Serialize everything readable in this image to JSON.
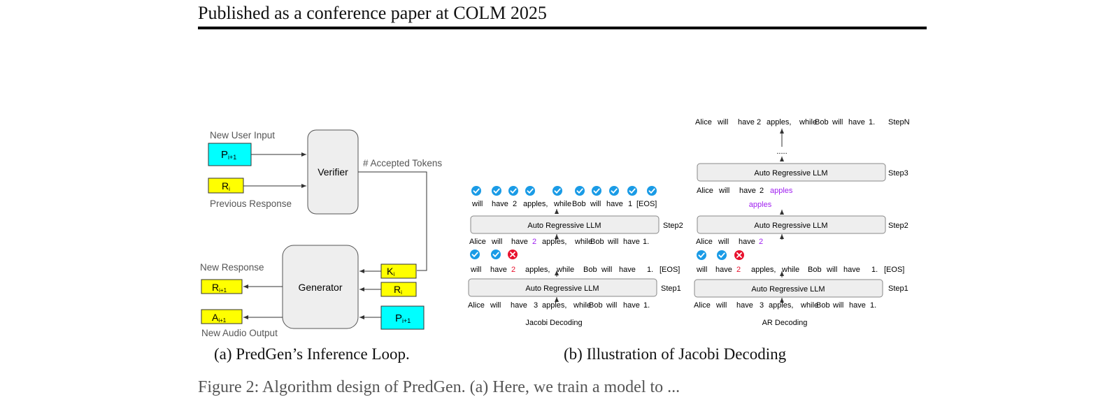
{
  "header": "Published as a conference paper at COLM 2025",
  "left": {
    "new_user_input": "New User Input",
    "previous_response": "Previous Response",
    "verifier": "Verifier",
    "accepted_tokens": "# Accepted Tokens",
    "generator": "Generator",
    "new_response": "New Response",
    "new_audio_output": "New Audio Output",
    "boxes": {
      "p": "P",
      "p_sub": "i+1",
      "r": "R",
      "r_sub": "i",
      "k": "K",
      "k_sub": "i",
      "r_out": "R",
      "r_out_sub": "i+1",
      "a_out": "A",
      "a_out_sub": "i+1"
    },
    "colors": {
      "cyan": "#00ffff",
      "yellow": "#ffff00"
    }
  },
  "jacobi": {
    "title": "Jacobi Decoding",
    "llm_label": "Auto Regressive LLM",
    "step1": "Step1",
    "step2": "Step2",
    "input_tokens": [
      "Alice",
      "will",
      "have",
      "3",
      "apples,",
      "while",
      "Bob",
      "will",
      "have",
      "1."
    ],
    "step1_out": [
      "will",
      "have",
      "2",
      "apples,",
      "while",
      "Bob",
      "will",
      "have",
      "1.",
      "[EOS]"
    ],
    "step2_in": [
      "Alice",
      "will",
      "have",
      "2",
      "apples,",
      "while",
      "Bob",
      "will",
      "have",
      "1."
    ],
    "step2_out": [
      "will",
      "have",
      "2",
      "apples,",
      "while",
      "Bob",
      "will",
      "have",
      "1",
      "[EOS]"
    ]
  },
  "ar": {
    "title": "AR Decoding",
    "llm_label": "Auto Regressive LLM",
    "step1": "Step1",
    "step2": "Step2",
    "step3": "Step3",
    "stepn": "StepN",
    "input_tokens": [
      "Alice",
      "will",
      "have",
      "3",
      "apples,",
      "while",
      "Bob",
      "will",
      "have",
      "1."
    ],
    "step1_out": [
      "will",
      "have",
      "2",
      "apples,",
      "while",
      "Bob",
      "will",
      "have",
      "1.",
      "[EOS]"
    ],
    "step2_in": [
      "Alice",
      "will",
      "have",
      "2"
    ],
    "step2_pred": "apples",
    "step3_in": [
      "Alice",
      "will",
      "have",
      "2",
      "apples"
    ],
    "dots": ".....",
    "final": [
      "Alice",
      "will",
      "have",
      "2",
      "apples,",
      "while",
      "Bob",
      "will",
      "have",
      "1."
    ]
  },
  "captions": {
    "a": "(a) PredGen’s Inference Loop.",
    "b": "(b) Illustration of Jacobi Decoding"
  },
  "cut_text": "Figure 2: Algorithm design of PredGen. (a) Here, we train a model to ...",
  "colors": {
    "check": "#1a9be6",
    "cross": "#e8112d",
    "purple": "#a020f0",
    "red": "#e8112d"
  }
}
